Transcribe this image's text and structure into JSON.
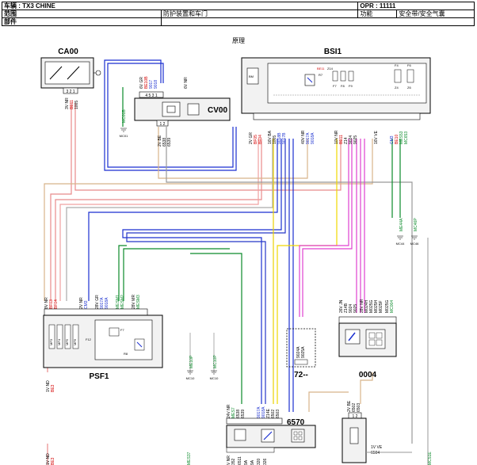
{
  "header": {
    "vehicle": "车辆 : TX3 CHINE",
    "opr": "OPR : 11111",
    "scope": "范围",
    "system": "防护装置和车门",
    "func_label": "功能",
    "func_value": "安全带/安全气囊",
    "part": "部件"
  },
  "diagram": {
    "subtitle": "原理",
    "modules": {
      "ca00": "CA00",
      "bsi1": "BSI1",
      "cv00": "CV00",
      "psf1": "PSF1",
      "m72": "72--",
      "m0004": "0004",
      "m6570": "6570"
    },
    "ca00_wires": [
      "3V NR",
      "BE11",
      "1005"
    ],
    "ca00_pins": "3 2 1",
    "cv00_wires": [
      "6V GR",
      "BE10B",
      "9017",
      "9018",
      "6V NR"
    ],
    "cv00_pins": "4 5 3 1",
    "cv00_bottom": [
      "2V BE",
      "6538",
      "6539"
    ],
    "cv00_bottom_pins": "1 2",
    "mc018": "MC01B",
    "mc01": "MC01",
    "bsi_groups": [
      [
        "2V GR",
        "BF05",
        "BF04"
      ],
      [
        "16V BA",
        "1005",
        "9018B",
        "9017B"
      ],
      [
        "40V NR",
        "9017A",
        "9018A"
      ],
      [
        "10V NR",
        "BE11",
        "Z14",
        "9024",
        "9025"
      ],
      [
        "16V VE",
        "CM3",
        "BE10",
        "MES53",
        "MC653"
      ]
    ],
    "me44": [
      "ME44A",
      "MC44"
    ],
    "mc46": [
      "MC46P",
      "MC46"
    ],
    "psf_wires": [
      "8V NR",
      "BF03",
      "BF04",
      "2V NR",
      "CM3",
      "28V GR",
      "9017A",
      "9018A",
      "MESM1",
      "MESM2",
      "28V MR",
      "MESM3"
    ],
    "psf_labels": [
      "MF3",
      "MF4",
      "MF5",
      "MF6",
      "F12",
      "F7",
      "R8"
    ],
    "me10": [
      "ME10P",
      "MC10"
    ],
    "mc10": [
      "MC10P",
      "MC10"
    ],
    "m72_wires": [
      "9024A",
      "9025A"
    ],
    "m0004_wires": [
      "26V JN",
      "Z14B",
      "9024",
      "9025",
      "28V NR",
      "M024H",
      "M025G",
      "M025H",
      "M025F",
      "M025G",
      "MC004"
    ],
    "m6570_wires": [
      "24V NR",
      "MES7",
      "6538",
      "6539",
      "9017A",
      "9018A",
      "Z14E",
      "6502",
      "6503"
    ],
    "m6570_bottom": [
      "V NR",
      "352",
      "6511",
      "9A",
      "9A",
      "320",
      "326"
    ],
    "right_conn": [
      "2V BE",
      "6502",
      "6503"
    ],
    "right_conn_pins": "1 2",
    "right_conn_bottom": [
      "1V VE",
      "6504"
    ],
    "psf_bottom": [
      "1V ND",
      "BE3"
    ],
    "left_bottom": [
      "1V ND",
      "BE3"
    ],
    "mes37": "MES37",
    "mc51e": "MC51E",
    "bsi_internal": [
      "Z14",
      "BE11",
      "R7",
      "F7",
      "F8",
      "F9",
      "Z4",
      "Z6",
      "F4",
      "F6",
      "BM"
    ]
  }
}
